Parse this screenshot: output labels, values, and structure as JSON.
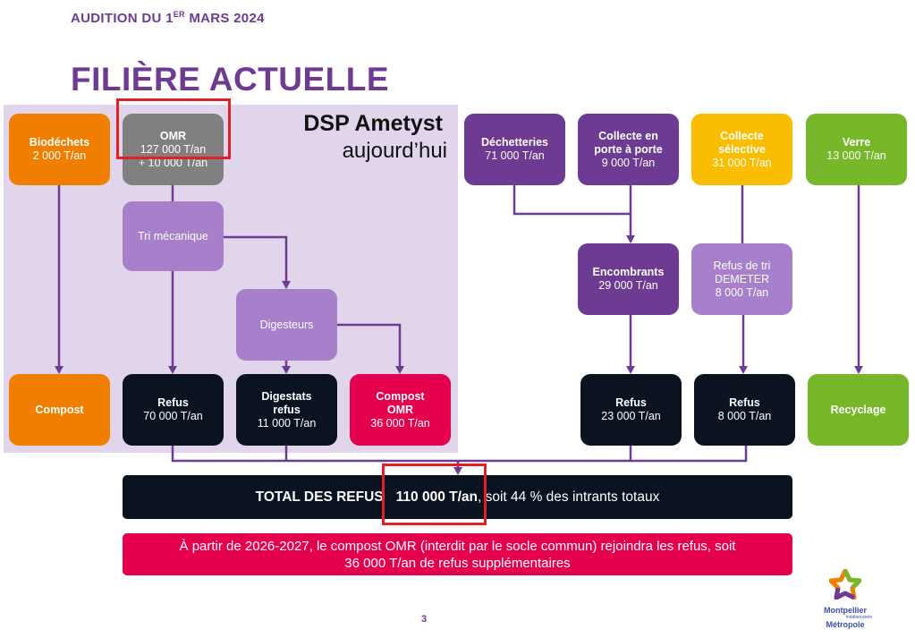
{
  "header": {
    "text": "AUDITION DU 1",
    "sup": "ER",
    "text2": " MARS 2024"
  },
  "title": "FILIÈRE ACTUELLE",
  "zone": {
    "title": "DSP Ametyst",
    "subtitle": "aujourd’hui"
  },
  "boxes": {
    "biodechets": {
      "title": "Biodéchets",
      "value": "2 000 T/an"
    },
    "omr": {
      "title": "OMR",
      "value": "127 000 T/an",
      "value2": "+ 10 000 T/an"
    },
    "tri": {
      "title": "Tri mécanique"
    },
    "digesteurs": {
      "title": "Digesteurs"
    },
    "compost": {
      "title": "Compost"
    },
    "refus1": {
      "title": "Refus",
      "value": "70 000 T/an"
    },
    "digestats": {
      "title": "Digestats refus",
      "value": "11 000 T/an"
    },
    "compost_omr": {
      "title": "Compost OMR",
      "value": "36 000 T/an"
    },
    "dechetteries": {
      "title": "Déchetteries",
      "value": "71 000 T/an"
    },
    "porte": {
      "title": "Collecte en porte à porte",
      "value": "9 000 T/an"
    },
    "selective": {
      "title": "Collecte sélective",
      "value": "31 000 T/an"
    },
    "verre": {
      "title": "Verre",
      "value": "13 000 T/an"
    },
    "encombrants": {
      "title": "Encombrants",
      "value": "29 000 T/an"
    },
    "demeter": {
      "title": "Refus de tri DEMETER",
      "value": "8 000 T/an"
    },
    "refus2": {
      "title": "Refus",
      "value": "23 000 T/an"
    },
    "refus3": {
      "title": "Refus",
      "value": "8 000 T/an"
    },
    "recyclage": {
      "title": "Recyclage"
    }
  },
  "total": {
    "label": "TOTAL DES REFUS",
    "value": "110 000 T/an",
    "rest": ", soit 44 % des intrants totaux"
  },
  "note": {
    "line1": "À partir de 2026-2027, le compost OMR (interdit par le socle commun) rejoindra les refus, soit",
    "line2": "36 000 T/an de refus supplémentaires"
  },
  "page_number": "3",
  "logo": {
    "line1": "Montpellier",
    "line2": "méditerranée",
    "line3": "Métropole"
  },
  "colors": {
    "purple": "#6e3b93",
    "orange": "#f07e00",
    "pink": "#e5004f",
    "green": "#76b82a",
    "yellow": "#fbbd00",
    "highlight": "#e31e24"
  }
}
